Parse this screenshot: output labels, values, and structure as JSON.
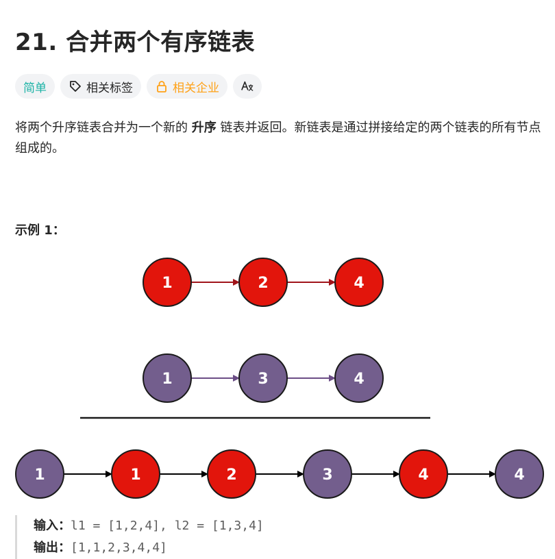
{
  "problem": {
    "title": "21. 合并两个有序链表",
    "tags": {
      "difficulty": "简单",
      "related_tags": "相关标签",
      "related_companies": "相关企业",
      "translate_icon": "translate-icon"
    },
    "description": {
      "part1": "将两个升序链表合并为一个新的 ",
      "emphasis": "升序",
      "part2": " 链表并返回。新链表是通过拼接给定的两个链表的所有节点组成的。"
    },
    "example": {
      "title": "示例 1：",
      "input_label": "输入：",
      "input_value": "l1 = [1,2,4], l2 = [1,3,4]",
      "output_label": "输出：",
      "output_value": "[1,1,2,3,4,4]"
    }
  },
  "diagram": {
    "list1": [
      "1",
      "2",
      "4"
    ],
    "list2": [
      "1",
      "3",
      "4"
    ],
    "merged": [
      {
        "value": "1",
        "source": "list2"
      },
      {
        "value": "1",
        "source": "list1"
      },
      {
        "value": "2",
        "source": "list1"
      },
      {
        "value": "3",
        "source": "list2"
      },
      {
        "value": "4",
        "source": "list1"
      },
      {
        "value": "4",
        "source": "list2"
      }
    ],
    "colors": {
      "list1_fill": "#e2150c",
      "list2_fill": "#735e8d",
      "node_stroke": "#1a1a1a",
      "list1_arrow": "#a0141a",
      "list2_arrow": "#6b4d86",
      "merged_arrow": "#000000",
      "node_text": "#ffffff",
      "divider": "#1a1a1a"
    }
  }
}
